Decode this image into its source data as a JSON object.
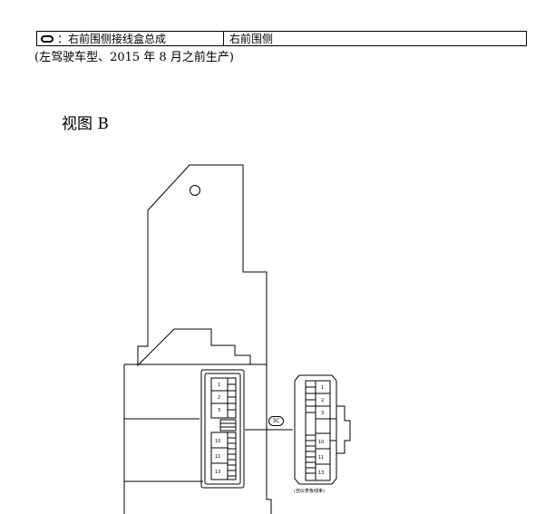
{
  "header": {
    "left_text": "：右前围侧接线盒总成",
    "right_text": "右前围侧"
  },
  "note": "(左驾驶车型、2015 年 8 月之前生产)",
  "view_label": "视图 B",
  "connector_callout": "3C",
  "connector_caption": "(自仪表板线束)",
  "left_connector_pins": [
    "1",
    "2",
    "3",
    "10",
    "11",
    "13"
  ],
  "right_connector_pins": [
    "1",
    "2",
    "3",
    "10",
    "11",
    "13"
  ]
}
